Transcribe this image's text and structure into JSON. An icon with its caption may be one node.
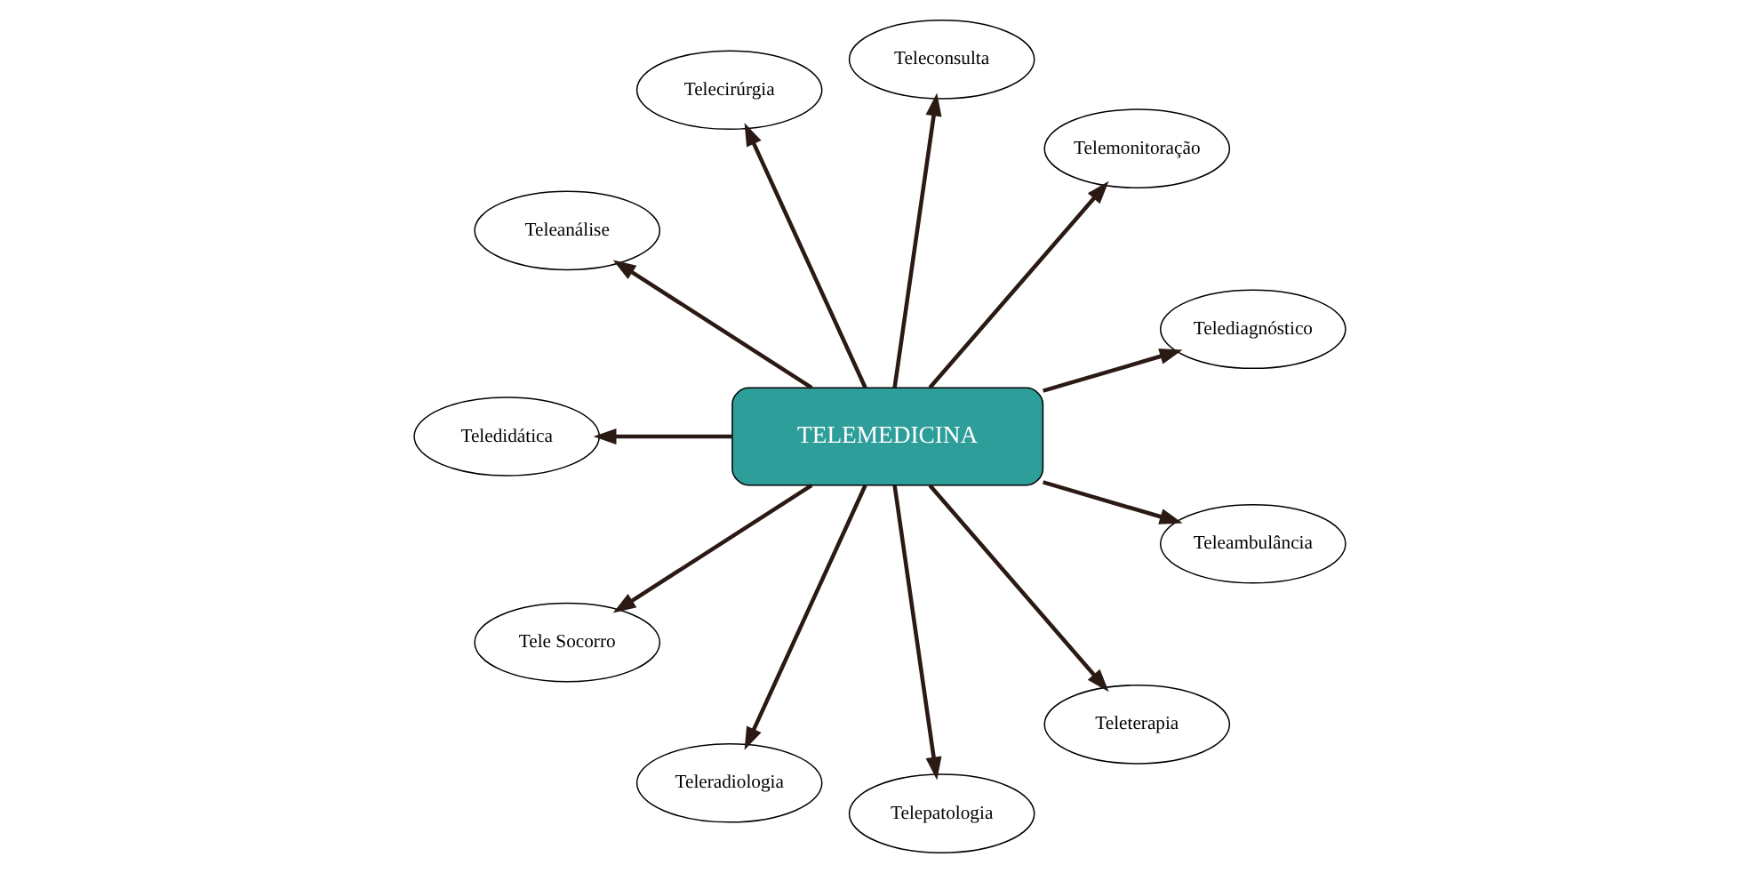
{
  "diagram": {
    "nodes": [
      {
        "text": [
          "TELEMEDICINA"
        ]
      },
      {
        "text": [
          "Telediagnóstico"
        ]
      },
      {
        "text": [
          "Telemonitoração"
        ]
      },
      {
        "text": [
          "Teleconsulta"
        ]
      },
      {
        "text": [
          "Telecirúrgia"
        ]
      },
      {
        "text": [
          "Teleanálise"
        ]
      },
      {
        "text": [
          "Teledidática"
        ]
      },
      {
        "text": [
          "Tele Socorro"
        ]
      },
      {
        "text": [
          "Teleradiologia"
        ]
      },
      {
        "text": [
          "Telepatologia"
        ]
      },
      {
        "text": [
          "Teleterapia"
        ]
      },
      {
        "text": [
          "Teleambulância"
        ]
      }
    ],
    "edges": [
      {
        "from": 0,
        "to": 2,
        "arrow": "to"
      },
      {
        "from": 0,
        "to": 3,
        "arrow": "to"
      },
      {
        "from": 0,
        "to": 5,
        "arrow": "to"
      },
      {
        "from": 0,
        "to": 7,
        "arrow": "to"
      },
      {
        "from": 0,
        "to": 11,
        "arrow": "to"
      },
      {
        "from": 0,
        "to": 10,
        "arrow": "to"
      },
      {
        "from": 0,
        "to": 9,
        "arrow": "to"
      },
      {
        "from": 0,
        "to": 8,
        "arrow": "to"
      },
      {
        "from": 0,
        "to": 6,
        "arrow": "to"
      },
      {
        "from": 0,
        "to": 4,
        "arrow": "to"
      },
      {
        "from": 0,
        "to": 1,
        "arrow": "to"
      }
    ]
  }
}
